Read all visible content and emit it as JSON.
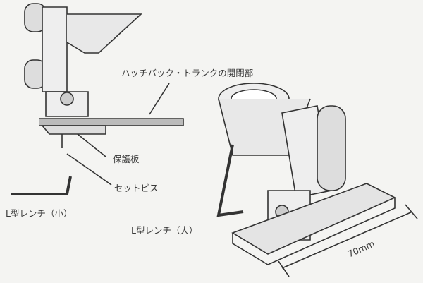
{
  "labels": {
    "trunk": "ハッチバック・トランクの開閉部",
    "plate": "保護板",
    "screw": "セットビス",
    "wrench_small": "L型レンチ（小）",
    "wrench_large": "L型レンチ（大）",
    "width": "70mm"
  }
}
